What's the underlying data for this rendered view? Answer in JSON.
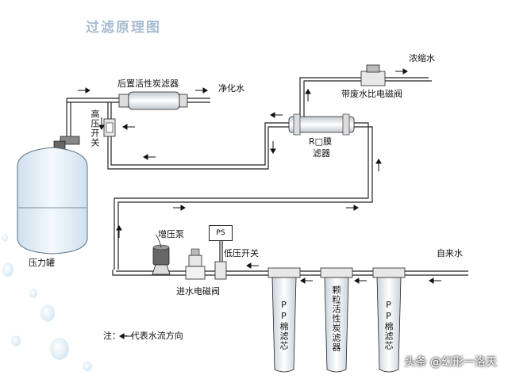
{
  "title": "过滤原理图",
  "labels": {
    "post_filter": "后置活性炭滤器",
    "pure_water": "净化水",
    "high_pressure_switch": "高压开关",
    "tank": "压力罐",
    "ro_membrane_line1": "R□膜",
    "ro_membrane_line2": "滤器",
    "concentrate": "浓缩水",
    "waste_ratio_valve": "带废水比电磁阀",
    "booster_pump": "增压泵",
    "ps": "PS",
    "low_pressure_switch": "低压开关",
    "inlet_valve": "进水电磁阀",
    "tap_water": "自来水",
    "pp_filter_a": "PP棉滤芯",
    "carbon_filter": "颗粒活性炭滤器",
    "pp_filter_b": "PP棉滤芯",
    "note": "注：←  代表水流方向",
    "watermark": "头条 @幻形一洛天"
  },
  "colors": {
    "title": "#a9bdd1",
    "line": "#222222",
    "tank_fill": "#e3eef7"
  }
}
